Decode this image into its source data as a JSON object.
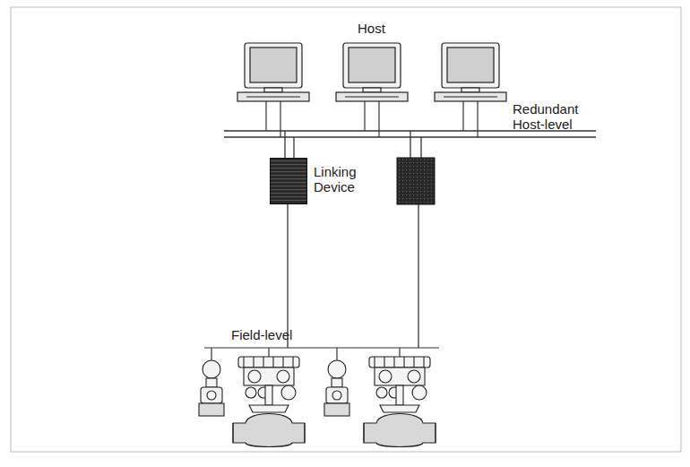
{
  "diagram": {
    "nodes": [
      {
        "text": [
          "Linking Device"
        ]
      }
    ],
    "labels": [
      "Host",
      "Redundant Host-level",
      "Field-level"
    ]
  }
}
